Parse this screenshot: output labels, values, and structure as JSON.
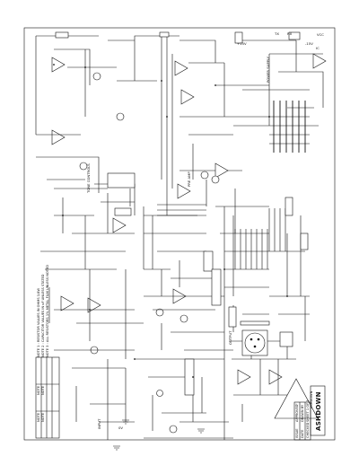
{
  "title_block": {
    "brand": "ASHDOWN",
    "brand_small": "ASHDOWN",
    "rows": [
      "ISSUE",
      "DATE",
      "CHECKED",
      "APPROVED",
      "DRAWN BY"
    ],
    "sheet_text": "SHEET 1 OF 1"
  },
  "notes": {
    "lines": [
      "NOTE 1 : RESISTOR VALUES IN OHMS 1/4W",
      "NOTE 2 : CAPACITOR VALUES IN uF UNLESS STATED",
      "NOTE 3 : ALL RESISTORS 1% METAL FILM UNLESS NOTED"
    ],
    "rev_lines": [
      "NOTE",
      "NOTE",
      "NOTE",
      "NOTE"
    ]
  },
  "labels": {
    "power_supply": "POWER SUPPLY",
    "tone_controls": "TONE CONTROLS",
    "input": "INPUT",
    "output": "OUTPUT",
    "pre_amp": "PRE AMP",
    "tx": "TX",
    "rx": "RX",
    "plus_v": "+15V",
    "minus_v": "-15V",
    "vcc": "VCC",
    "ic": "IC",
    "gnd": "0V"
  },
  "colors": {
    "ink": "#111111",
    "paper": "#ffffff"
  }
}
